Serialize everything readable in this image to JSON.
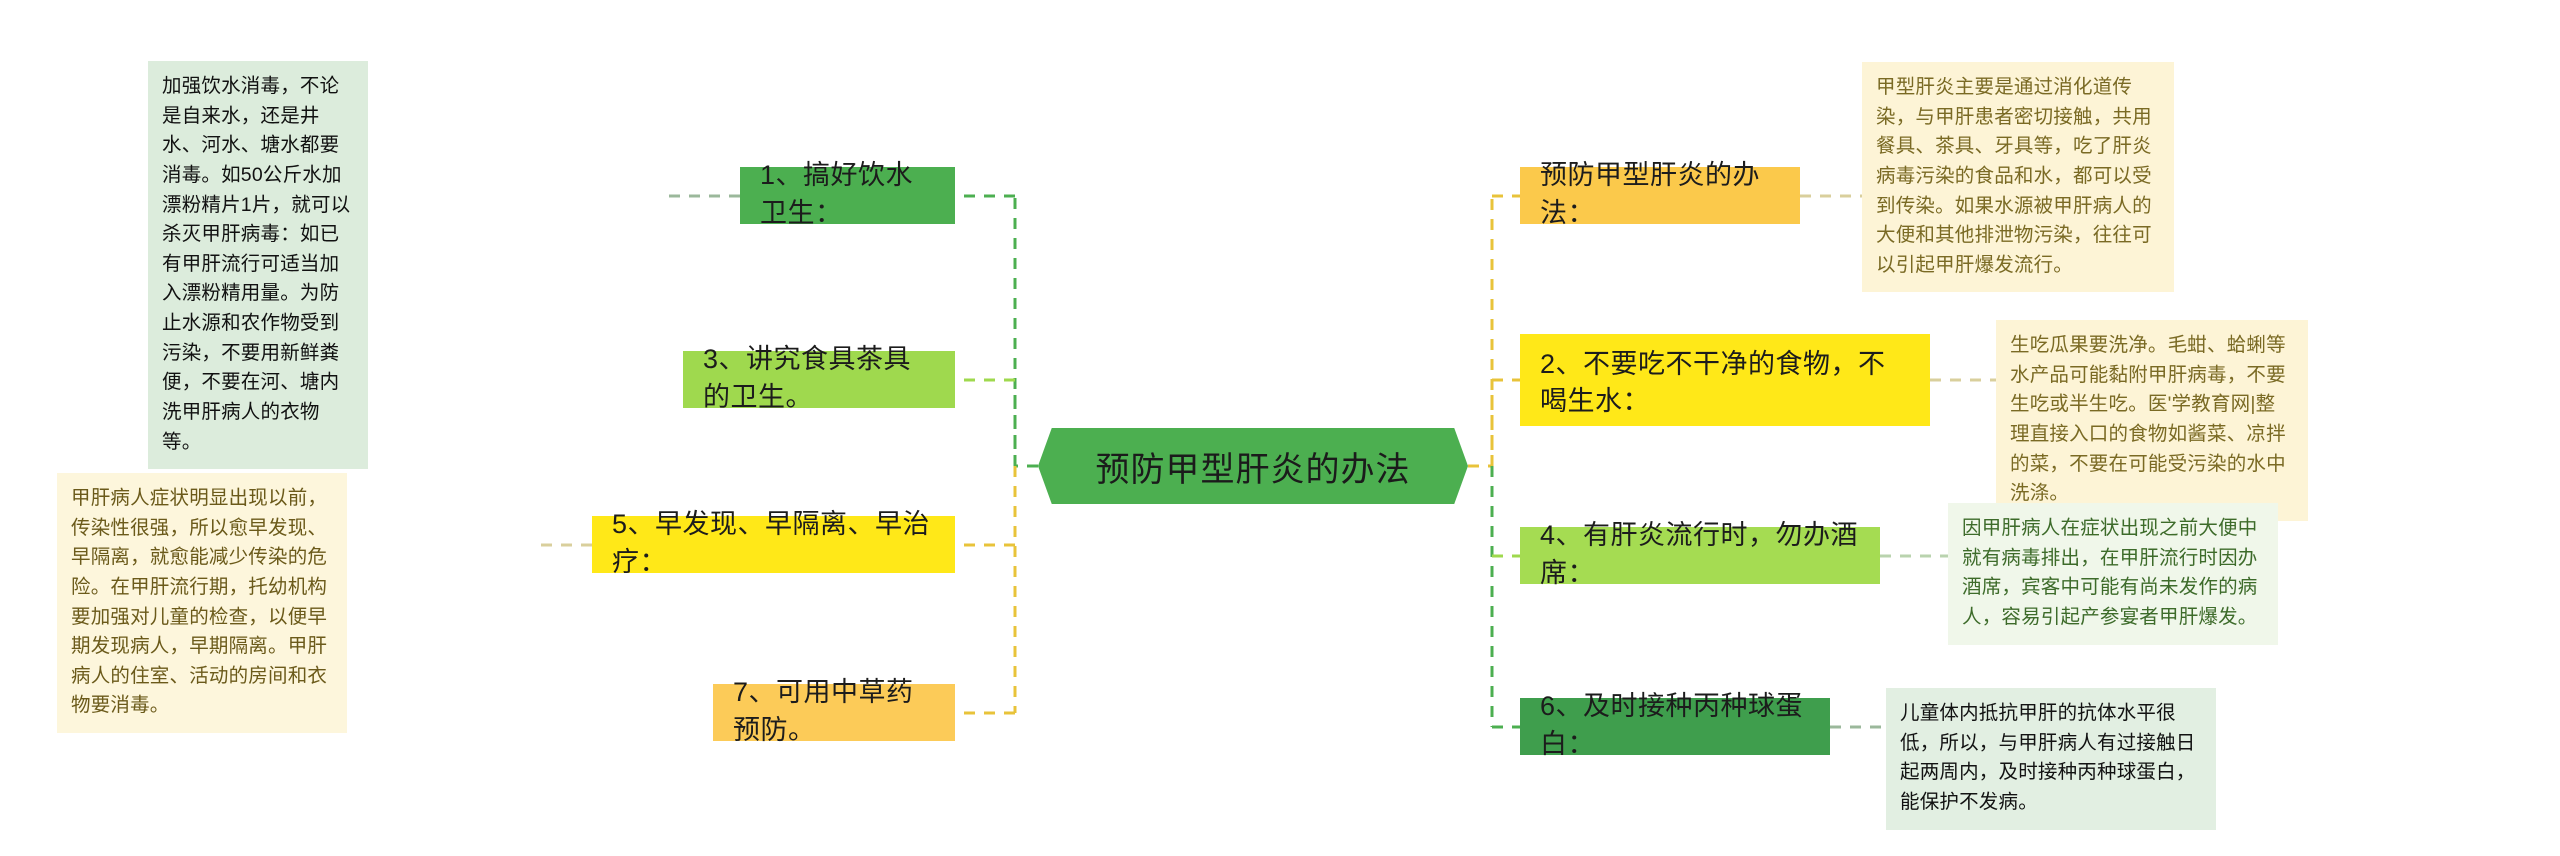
{
  "central": {
    "label": "预防甲型肝炎的办法",
    "color": "#4caf50"
  },
  "palette": {
    "green_dark": "#4caf50",
    "green_light": "#a5dc52",
    "yellow": "#ffe818",
    "amber": "#fbc94b",
    "green_deep": "#3f9e4d",
    "note_mint": "#dcecdc",
    "note_cream": "#fdf6dc",
    "note_pale": "#f0f7ea",
    "link_green": "#4caf50",
    "link_yellow": "#e8c33a"
  },
  "left_branches": [
    {
      "id": "branch-1",
      "label": "1、搞好饮水卫生：",
      "note": "加强饮水消毒，不论是自来水，还是井水、河水、塘水都要消毒。如50公斤水加漂粉精片1片，就可以杀灭甲肝病毒：如已有甲肝流行可适当加入漂粉精用量。为防止水源和农作物受到污染，不要用新鲜粪便，不要在河、塘内洗甲肝病人的衣物等。"
    },
    {
      "id": "branch-3",
      "label": "3、讲究食具茶具的卫生。",
      "note": ""
    },
    {
      "id": "branch-5",
      "label": "5、早发现、早隔离、早治疗：",
      "note": "甲肝病人症状明显出现以前，传染性很强，所以愈早发现、早隔离，就愈能减少传染的危险。在甲肝流行期，托幼机构要加强对儿童的检查，以便早期发现病人，早期隔离。甲肝病人的住室、活动的房间和衣物要消毒。"
    },
    {
      "id": "branch-7",
      "label": "7、可用中草药预防。",
      "note": ""
    }
  ],
  "right_branches": [
    {
      "id": "branch-0",
      "label": "预防甲型肝炎的办法：",
      "note": "甲型肝炎主要是通过消化道传染，与甲肝患者密切接触，共用餐具、茶具、牙具等，吃了肝炎病毒污染的食品和水，都可以受到传染。如果水源被甲肝病人的大便和其他排泄物污染，往往可以引起甲肝爆发流行。"
    },
    {
      "id": "branch-2",
      "label": "2、不要吃不干净的食物，不喝生水：",
      "note": "生吃瓜果要洗净。毛蚶、蛤蜊等水产品可能黏附甲肝病毒，不要生吃或半生吃。医'学教育网|整理直接入口的食物如酱菜、凉拌的菜，不要在可能受污染的水中洗涤。"
    },
    {
      "id": "branch-4",
      "label": "4、有肝炎流行时，勿办酒席：",
      "note": "因甲肝病人在症状出现之前大便中就有病毒排出，在甲肝流行时因办酒席，宾客中可能有尚未发作的病人，容易引起产参宴者甲肝爆发。"
    },
    {
      "id": "branch-6",
      "label": "6、及时接种丙种球蛋白：",
      "note": "儿童体内抵抗甲肝的抗体水平很低，所以，与甲肝病人有过接触日起两周内，及时接种丙种球蛋白，能保护不发病。"
    }
  ]
}
